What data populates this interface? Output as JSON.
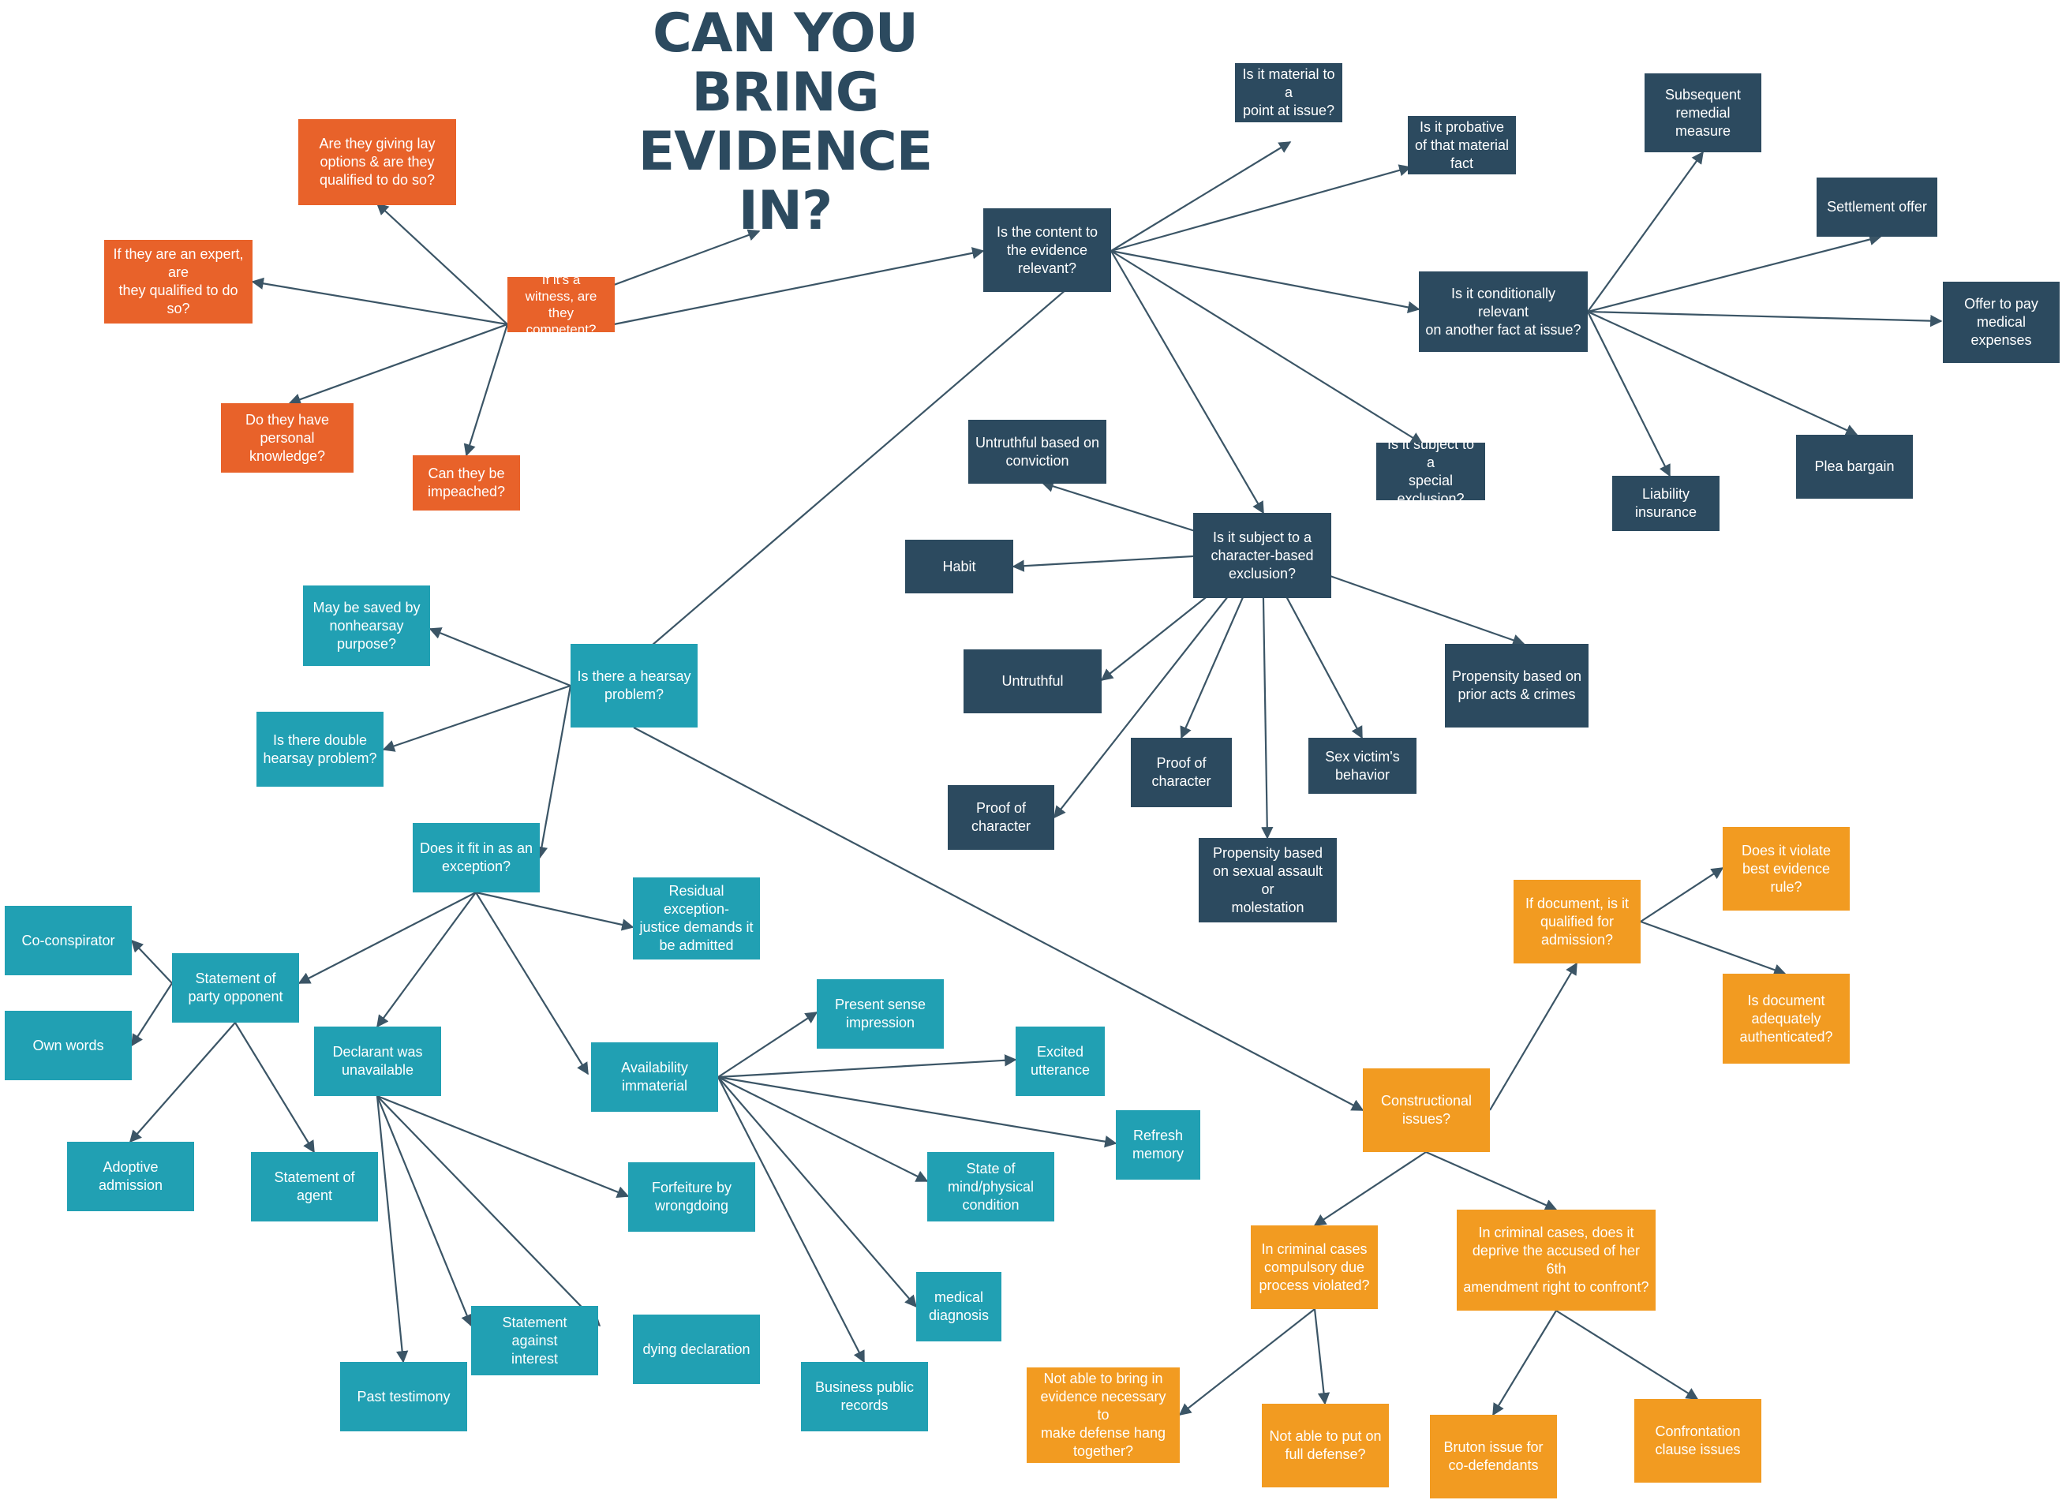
{
  "title": "CAN YOU\nBRING\nEVIDENCE\nIN?",
  "colors": {
    "dark": "#2c4a5f",
    "teal": "#21a0b3",
    "red": "#e8622a",
    "orange": "#f29b21",
    "edge": "#3b5566"
  },
  "nodes": {
    "relevant": "Is the content to\nthe evidence\nrelevant?",
    "material": "Is it material to a\npoint at issue?",
    "probative": "Is it probative\nof that material\nfact",
    "conditional": "Is it conditionally relevant\non another fact at issue?",
    "special_exclusion": "Is it subject to a\nspecial\nexclusion?",
    "character_exclusion": "Is it subject to a\ncharacter-based\nexclusion?",
    "subsequent_remedial": "Subsequent\nremedial\nmeasure",
    "settlement_offer": "Settlement offer",
    "offer_medical": "Offer to pay\nmedical\nexpenses",
    "plea_bargain": "Plea bargain",
    "liability_insurance": "Liability\ninsurance",
    "untruthful_conviction": "Untruthful based on\nconviction",
    "habit": "Habit",
    "untruthful": "Untruthful",
    "proof_character_1": "Proof of\ncharacter",
    "proof_character_2": "Proof of\ncharacter",
    "sex_victim": "Sex victim's\nbehavior",
    "propensity_prior": "Propensity based on\nprior acts & crimes",
    "propensity_sexual": "Propensity based\non sexual assault or\nmolestation",
    "witness_competent": "If it's a\nwitness, are\nthey\ncompetent?",
    "lay_options": "Are they giving lay\noptions & are they\nqualified to do so?",
    "expert_qualified": "If they are an expert, are\nthey qualified to do so?",
    "personal_knowledge": "Do they have\npersonal\nknowledge?",
    "impeached": "Can they be\nimpeached?",
    "hearsay": "Is there a hearsay\nproblem?",
    "nonhearsay": "May be saved by\nnonhearsay\npurpose?",
    "double_hearsay": "Is there double\nhearsay problem?",
    "exception": "Does it fit in as an\nexception?",
    "residual": "Residual exception-\njustice demands it\nbe admitted",
    "party_opponent": "Statement of\nparty opponent",
    "co_conspirator": "Co-conspirator",
    "own_words": "Own words",
    "adoptive": "Adoptive\nadmission",
    "statement_agent": "Statement of\nagent",
    "declarant_unavailable": "Declarant was\nunavailable",
    "availability_immaterial": "Availability\nimmaterial",
    "present_sense": "Present sense\nimpression",
    "excited_utterance": "Excited\nutterance",
    "refresh_memory": "Refresh\nmemory",
    "state_of_mind": "State of\nmind/physical\ncondition",
    "medical_diagnosis": "medical\ndiagnosis",
    "business_records": "Business public\nrecords",
    "forfeiture": "Forfeiture by\nwrongdoing",
    "statement_against_interest": "Statement against\ninterest",
    "dying_declaration": "dying declaration",
    "past_testimony": "Past testimony",
    "constructional": "Constructional\nissues?",
    "document_qualified": "If document, is it\nqualified for\nadmission?",
    "best_evidence": "Does it violate\nbest evidence\nrule?",
    "authenticated": "Is document\nadequately\nauthenticated?",
    "compulsory_process": "In criminal cases\ncompulsory due\nprocess violated?",
    "confront": "In criminal cases, does it\ndeprive the accused of her 6th\namendment right to confront?",
    "not_able_evidence": "Not able to bring in\nevidence necessary to\nmake defense hang\ntogether?",
    "not_able_defense": "Not able to put on\nfull defense?",
    "bruton": "Bruton issue for\nco-defendants",
    "confrontation_clause": "Confrontation\nclause issues"
  }
}
